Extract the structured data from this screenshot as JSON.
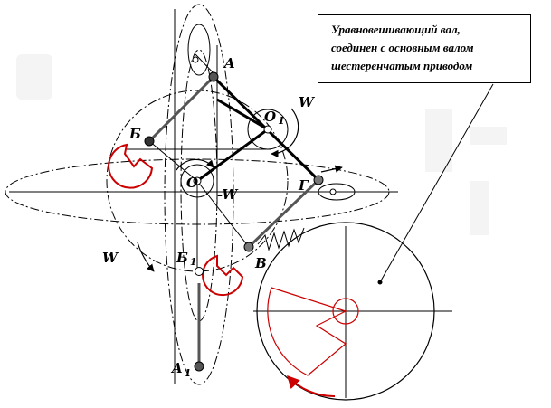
{
  "note": {
    "lines": [
      "Уравновешивающий вал,",
      "соединен с основным валом",
      "шестеренчатым приводом"
    ]
  },
  "labels": {
    "A": "A",
    "O1": "O",
    "O1_sub": "1",
    "W_top": "W",
    "B_cyr": "Б",
    "O": "O",
    "minusW": "-W",
    "G": "Г",
    "W_left": "W",
    "B1": "Б",
    "B1_sub": "1",
    "V": "B",
    "A1": "A",
    "A1_sub": "1"
  },
  "colors": {
    "line": "#000000",
    "red": "#cc0000",
    "node": "#333333",
    "link": "#555555"
  }
}
